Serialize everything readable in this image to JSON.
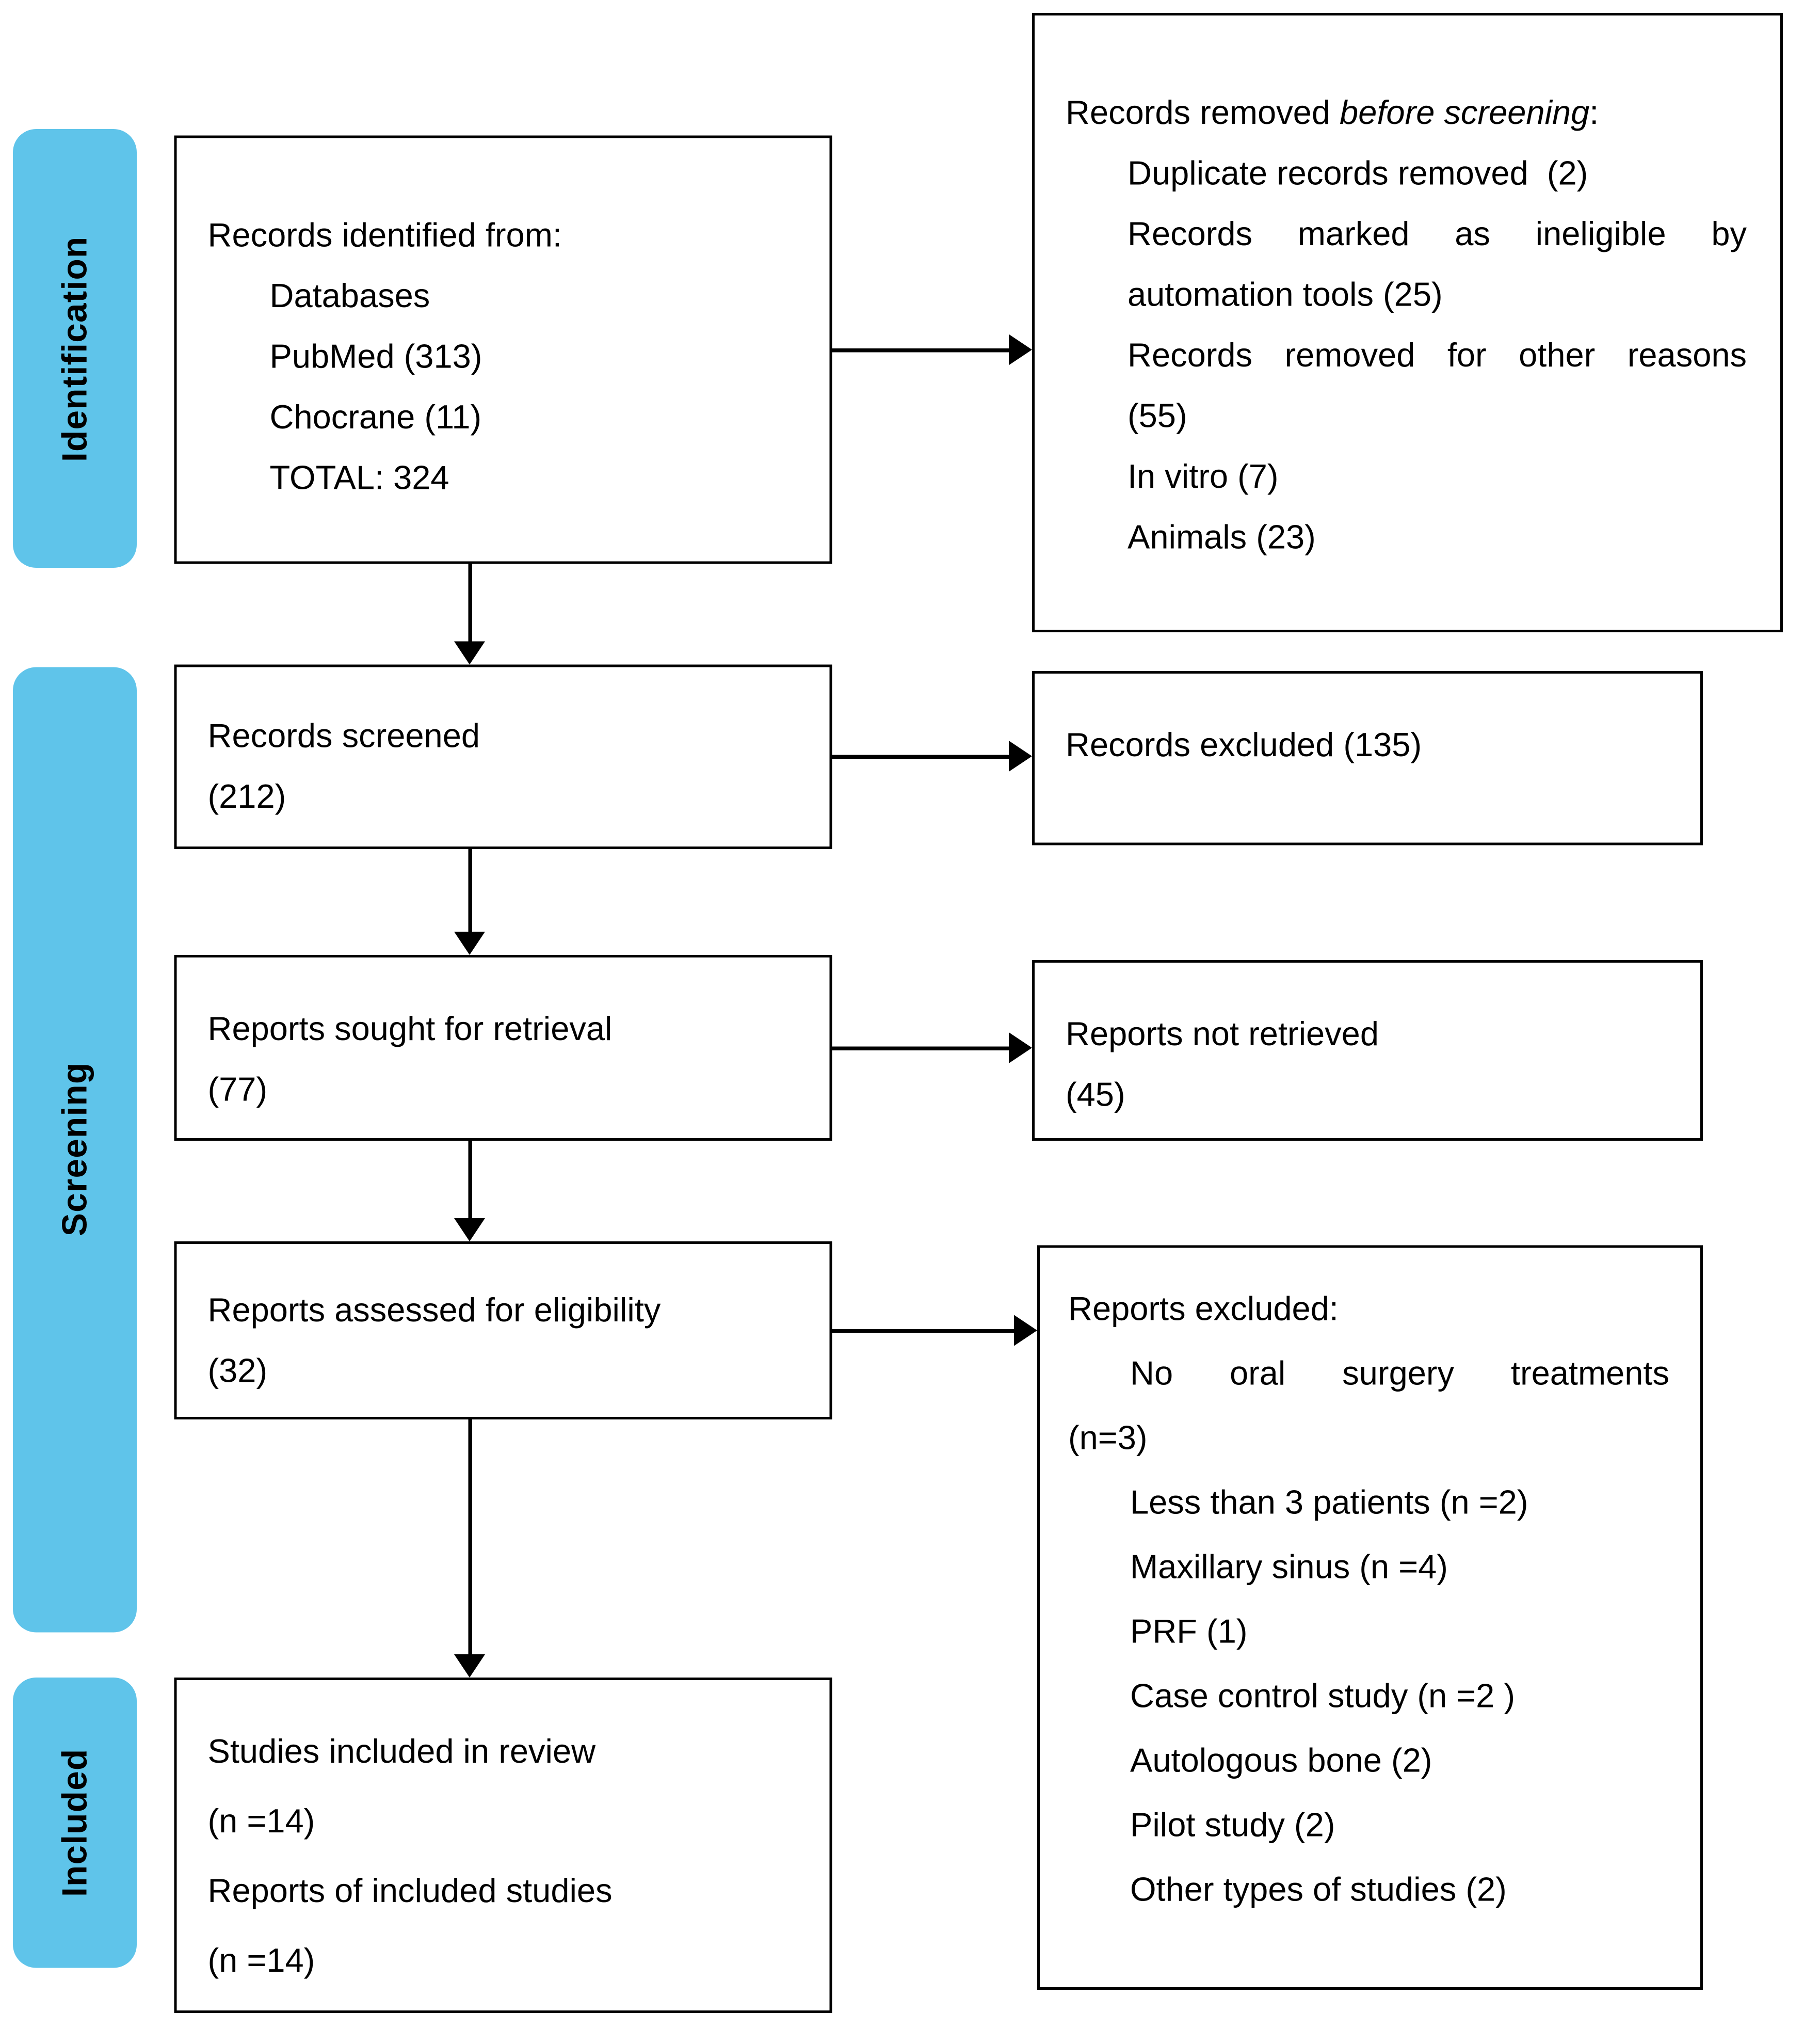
{
  "colors": {
    "stage_fill": "#5FC4EA",
    "box_border": "#000000",
    "background": "#FFFFFF"
  },
  "stages": {
    "identification": "Identification",
    "screening": "Screening",
    "included": "Included"
  },
  "boxes": {
    "identified": {
      "lines": [
        "Records identified from:",
        "Databases",
        "PubMed (313)",
        "Chocrane (11)",
        "TOTAL: 324"
      ]
    },
    "removed_before_screening": {
      "title_prefix": "Records removed ",
      "title_italic": "before screening",
      "title_suffix": ":",
      "lines": [
        "Duplicate records removed  (2)",
        "Records marked as ineligible by",
        "automation tools (25)",
        "Records removed for other reasons",
        "(55)",
        "In vitro (7)",
        "Animals (23)"
      ]
    },
    "screened": {
      "lines": [
        "Records screened",
        "(212)"
      ]
    },
    "records_excluded": {
      "lines": [
        "Records excluded (135)"
      ]
    },
    "sought": {
      "lines": [
        "Reports sought for retrieval",
        "(77)"
      ]
    },
    "not_retrieved": {
      "lines": [
        "Reports not retrieved",
        "(45)"
      ]
    },
    "assessed": {
      "lines": [
        "Reports assessed for eligibility",
        "(32)"
      ]
    },
    "reports_excluded": {
      "title": "Reports excluded:",
      "lines": [
        "No oral surgery treatments",
        "(n=3)",
        "Less than 3 patients (n =2)",
        "Maxillary sinus (n =4)",
        "PRF (1)",
        "Case control study (n =2 )",
        "Autologous bone (2)",
        "Pilot study (2)",
        "Other types of studies (2)"
      ]
    },
    "included_studies": {
      "lines": [
        "Studies included in review",
        "(n =14)",
        "Reports of included studies",
        "(n =14)"
      ]
    }
  }
}
